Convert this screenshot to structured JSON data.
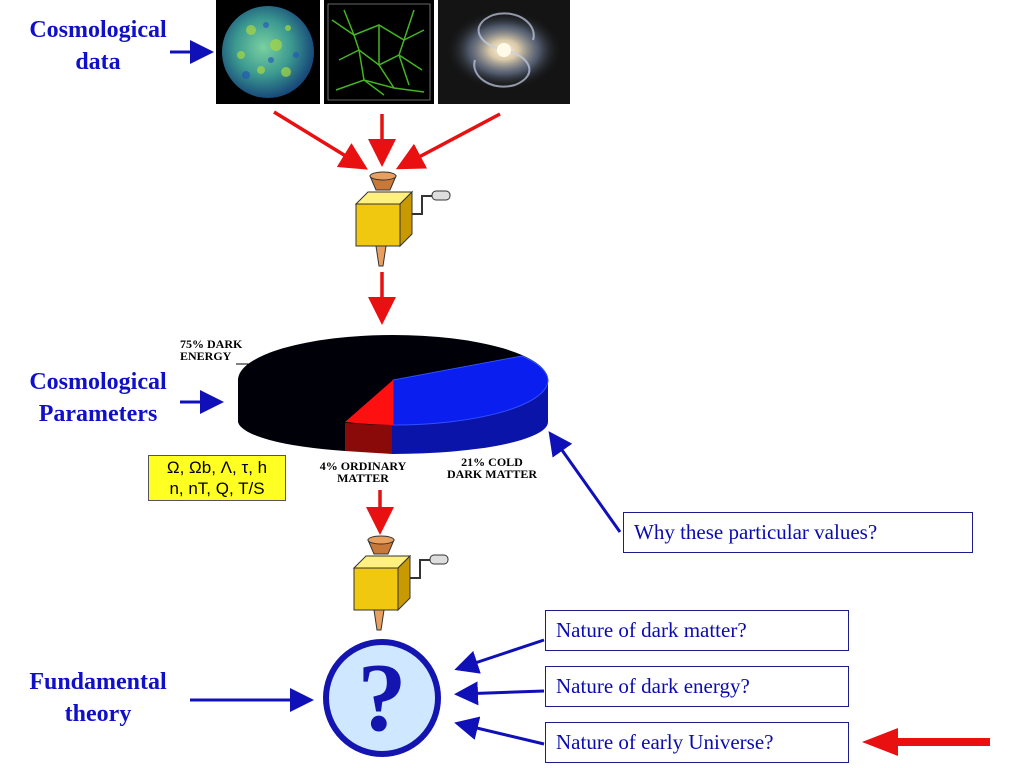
{
  "labels": {
    "cosmological_data": [
      "Cosmological",
      "data"
    ],
    "cosmological_parameters": [
      "Cosmological",
      "Parameters"
    ],
    "fundamental_theory": [
      "Fundamental",
      "theory"
    ]
  },
  "pie": {
    "dark_energy": [
      "75% DARK",
      "ENERGY"
    ],
    "ordinary_matter": [
      "4% ORDINARY",
      "MATTER"
    ],
    "cold_dark_matter": [
      "21% COLD",
      "DARK MATTER"
    ],
    "colors": {
      "dark_energy": "#000008",
      "dark_matter": "#0a1ef0",
      "ordinary": "#ff1010"
    }
  },
  "parameters": {
    "line1": "Ω, Ωb, Λ, τ, h",
    "line2": "n, nT, Q, T/S"
  },
  "questions": {
    "why_values": "Why these particular values?",
    "dark_matter": "Nature of dark matter?",
    "dark_energy": "Nature of dark energy?",
    "early_universe": "Nature of early Universe?"
  },
  "question_mark": "?",
  "images": [
    "cmb-sphere-image",
    "cosmic-web-simulation-image",
    "spiral-galaxy-image"
  ],
  "colors": {
    "blue_arrow": "#1010b8",
    "red_arrow": "#e81010",
    "label_blue": "#1010c8"
  }
}
